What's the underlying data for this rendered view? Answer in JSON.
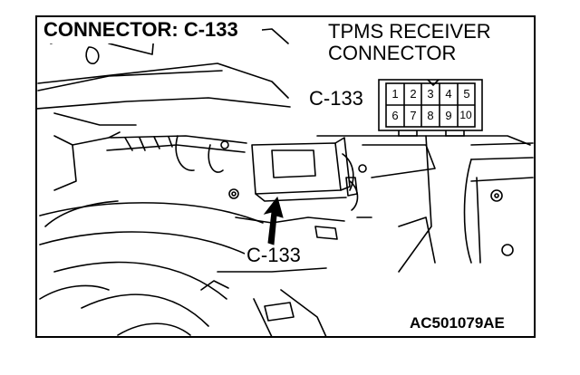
{
  "title": "CONNECTOR: C-133",
  "receiver_title_line1": "TPMS RECEIVER",
  "receiver_title_line2": "CONNECTOR",
  "connector_label_top": "C-133",
  "connector_label_callout": "C-133",
  "figure_id": "AC501079AE",
  "pins": [
    "1",
    "2",
    "3",
    "4",
    "5",
    "6",
    "7",
    "8",
    "9",
    "10"
  ]
}
